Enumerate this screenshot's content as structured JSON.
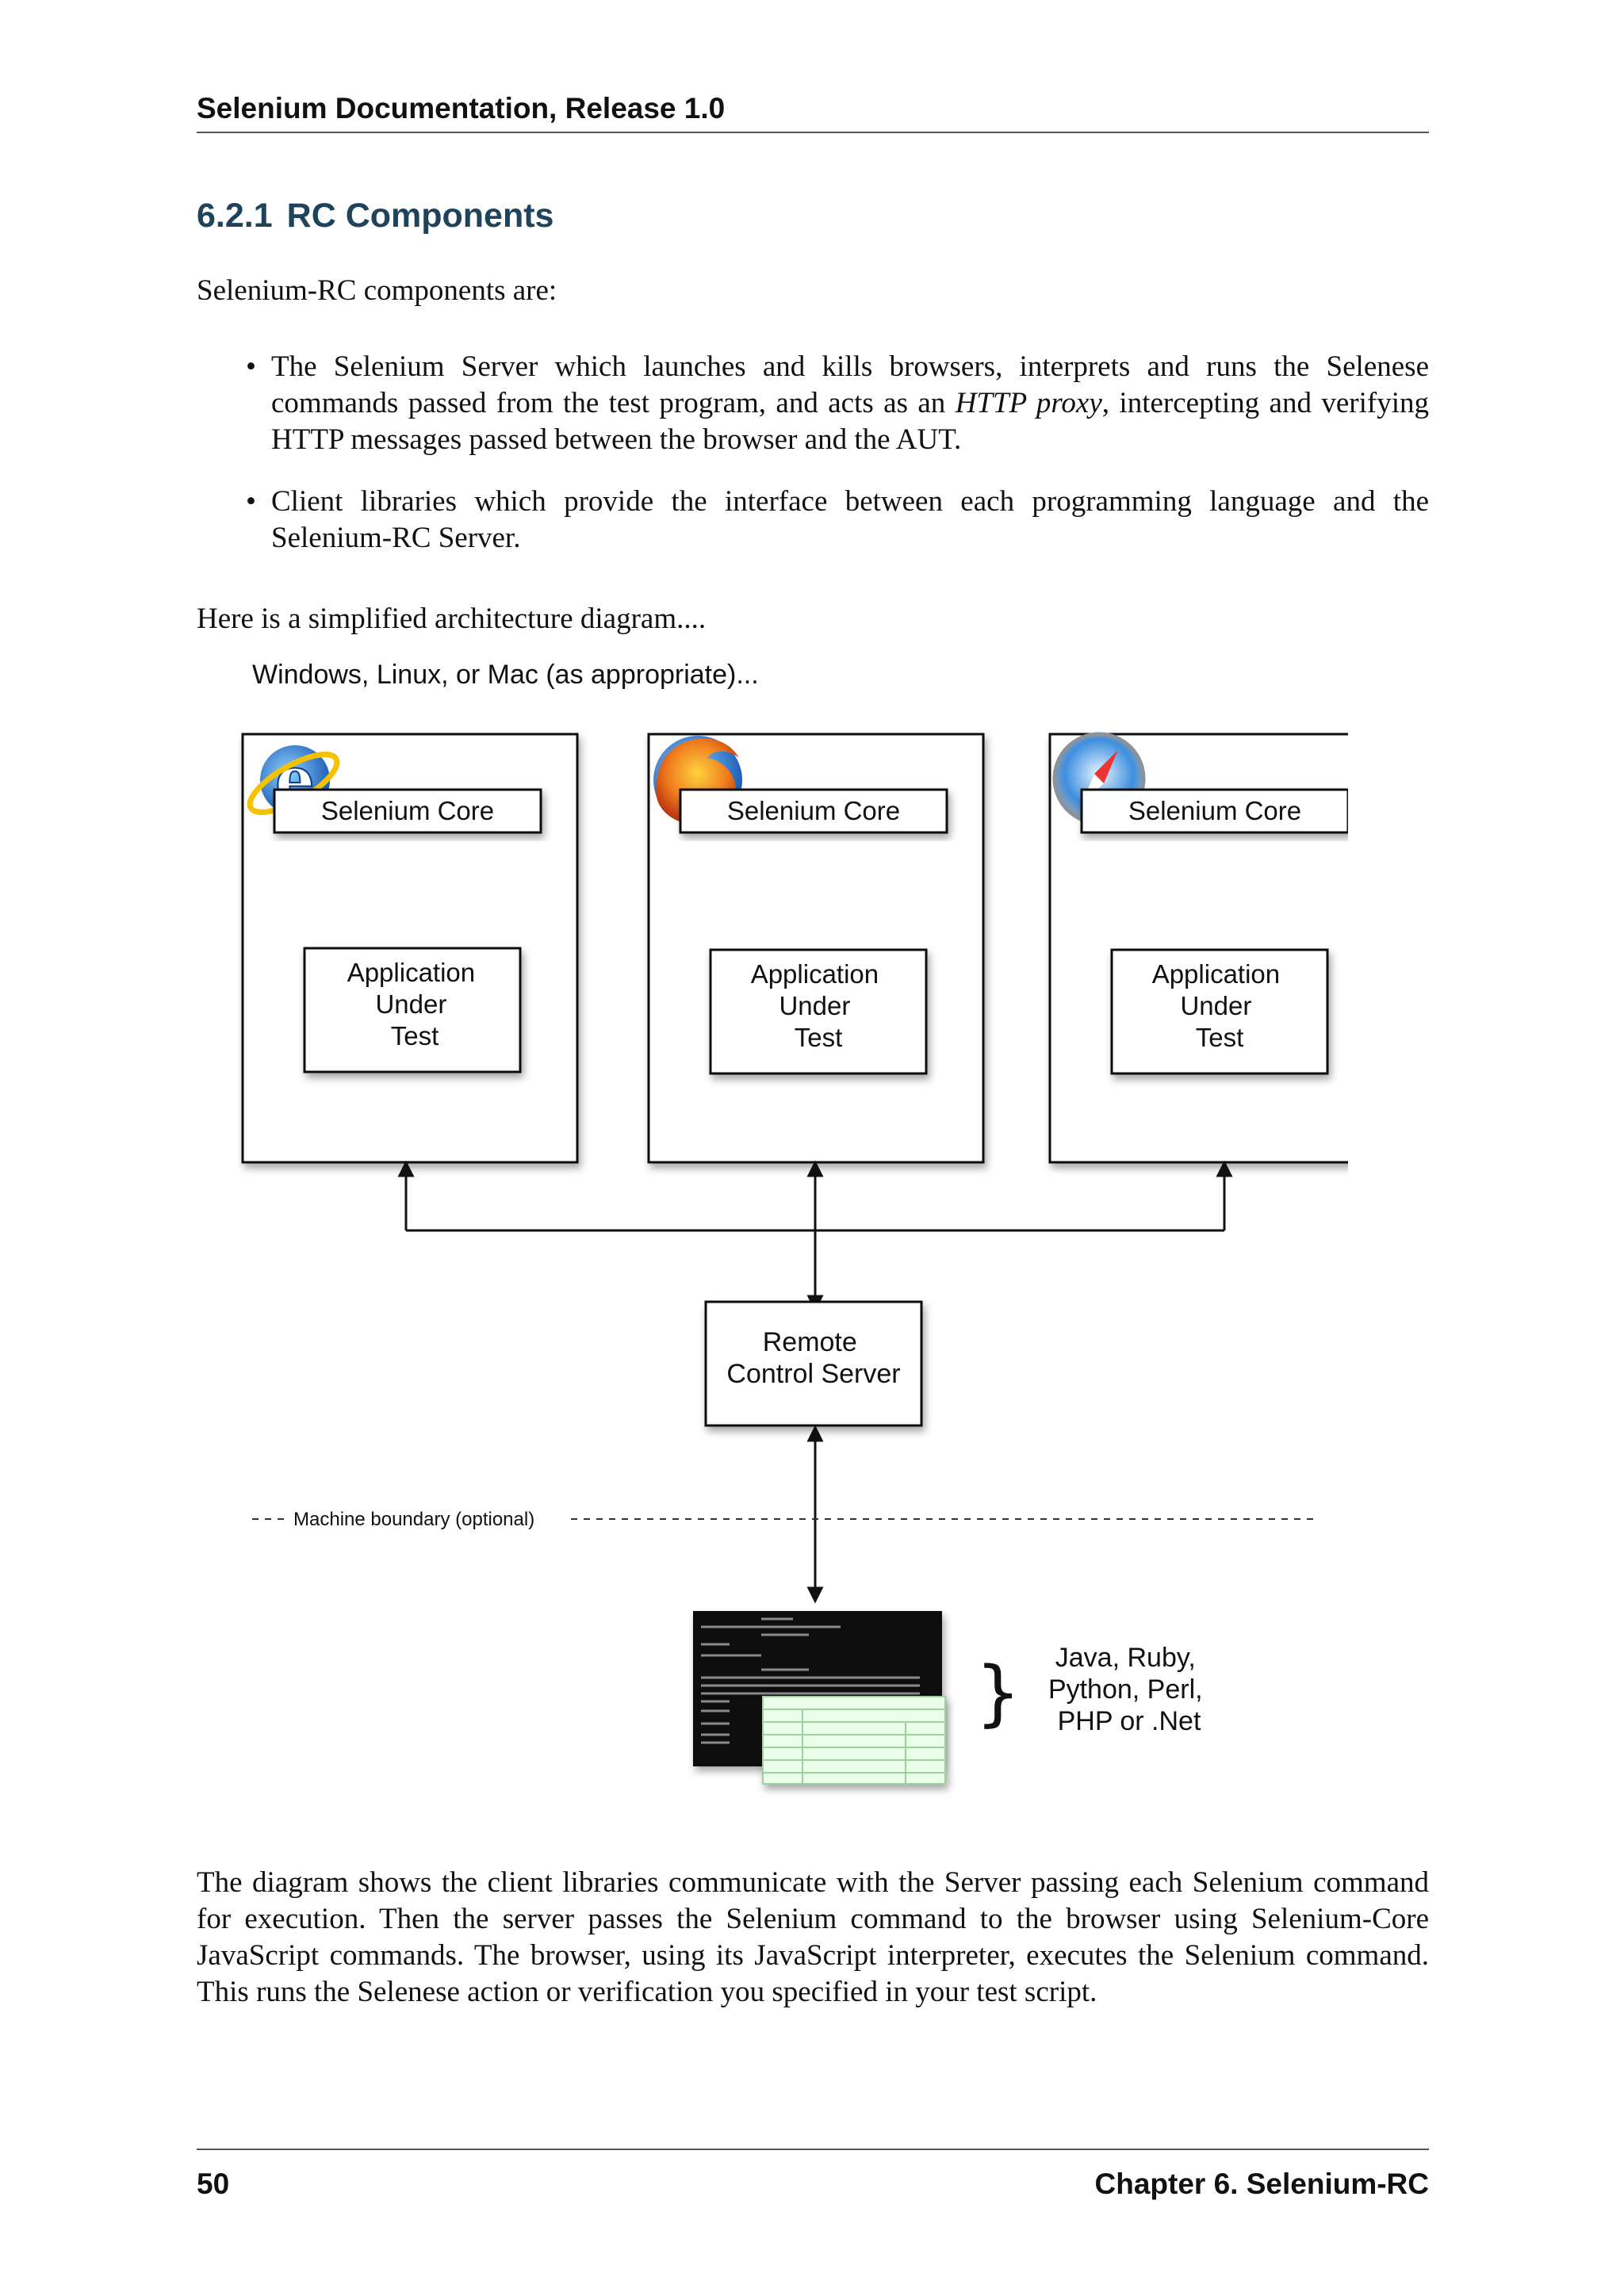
{
  "header": {
    "title": "Selenium Documentation, Release 1.0"
  },
  "section": {
    "number": "6.2.1",
    "title": "RC Components"
  },
  "intro": "Selenium-RC components are:",
  "bullets": [
    {
      "before": "The Selenium Server which launches and kills browsers, interprets and runs the Selenese commands passed from the test program, and acts as an ",
      "emphasis": "HTTP proxy",
      "after": ", intercepting and verifying HTTP messages passed between the browser and the AUT."
    },
    {
      "text": "Client libraries which provide the interface between each programming language and the Selenium-RC Server."
    }
  ],
  "pre_diagram": "Here is a simplified architecture diagram....",
  "diagram": {
    "os_label": "Windows, Linux, or Mac (as appropriate)...",
    "browsers": [
      {
        "icon": "internet-explorer-icon",
        "core_label": "Selenium Core",
        "aut_line1": "Application",
        "aut_line2": "Under",
        "aut_line3": "Test"
      },
      {
        "icon": "firefox-icon",
        "core_label": "Selenium Core",
        "aut_line1": "Application",
        "aut_line2": "Under",
        "aut_line3": "Test"
      },
      {
        "icon": "safari-icon",
        "core_label": "Selenium Core",
        "aut_line1": "Application",
        "aut_line2": "Under",
        "aut_line3": "Test"
      }
    ],
    "server_line1": "Remote",
    "server_line2": "Control Server",
    "boundary_label": "Machine boundary (optional)",
    "languages_line1": "Java, Ruby,",
    "languages_line2": "Python, Perl,",
    "languages_line3": "PHP or .Net"
  },
  "after_diagram": "The diagram shows the client libraries communicate with the Server passing each Selenium command for execution.  Then the server passes the Selenium command to the browser using Selenium-Core JavaScript commands.  The browser, using its JavaScript interpreter, executes the Selenium command. This runs the Selenese action or verification you specified in your test script.",
  "footer": {
    "page_number": "50",
    "chapter": "Chapter 6.  Selenium-RC"
  }
}
